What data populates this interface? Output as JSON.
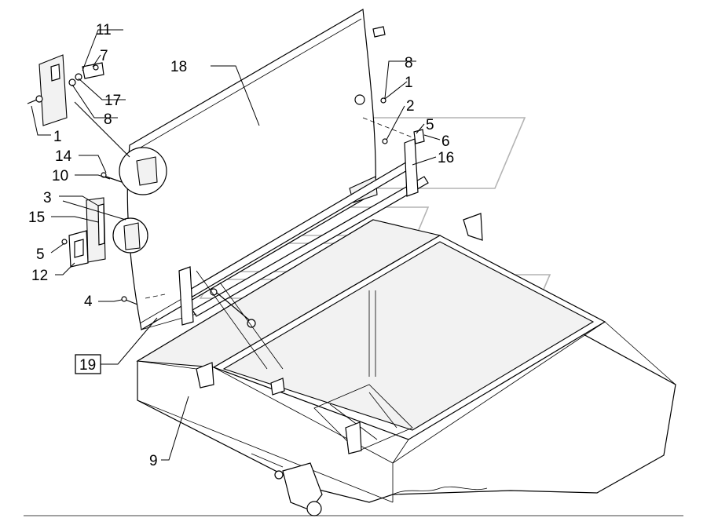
{
  "diagram": {
    "box_label": "19",
    "callouts": [
      {
        "id": "c11",
        "text": "11"
      },
      {
        "id": "c7",
        "text": "7"
      },
      {
        "id": "c17",
        "text": "17"
      },
      {
        "id": "c8a",
        "text": "8"
      },
      {
        "id": "c1a",
        "text": "1"
      },
      {
        "id": "c14",
        "text": "14"
      },
      {
        "id": "c10",
        "text": "10"
      },
      {
        "id": "c3",
        "text": "3"
      },
      {
        "id": "c15",
        "text": "15"
      },
      {
        "id": "c5a",
        "text": "5"
      },
      {
        "id": "c12",
        "text": "12"
      },
      {
        "id": "c4",
        "text": "4"
      },
      {
        "id": "c18",
        "text": "18"
      },
      {
        "id": "c8b",
        "text": "8"
      },
      {
        "id": "c1b",
        "text": "1"
      },
      {
        "id": "c2",
        "text": "2"
      },
      {
        "id": "c5b",
        "text": "5"
      },
      {
        "id": "c6",
        "text": "6"
      },
      {
        "id": "c16",
        "text": "16"
      },
      {
        "id": "c9",
        "text": "9"
      }
    ]
  }
}
